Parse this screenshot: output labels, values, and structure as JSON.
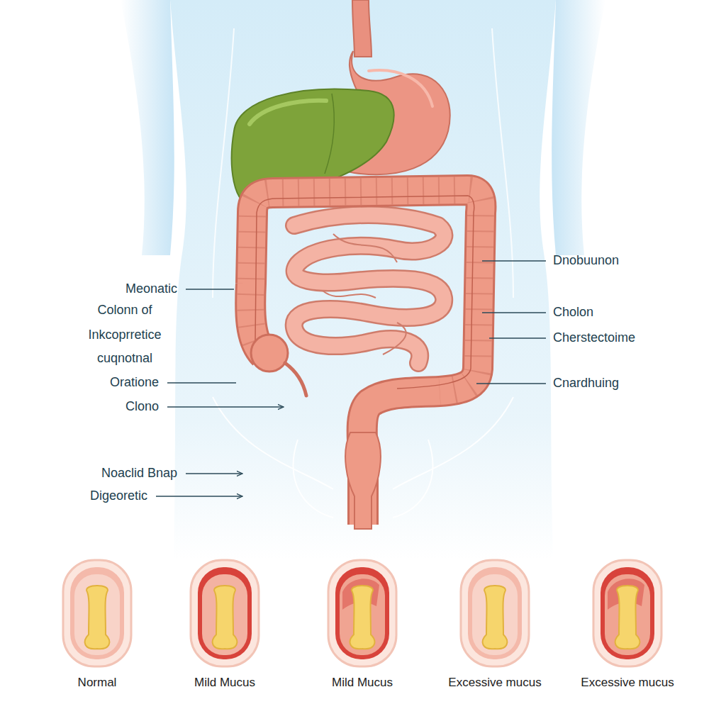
{
  "diagram": {
    "labels": [
      "Meonatic",
      "Colonn of",
      "Inkcoprretice",
      "cuqnotnal",
      "Oratione",
      "Clono",
      "Noaclid Bnap",
      "Digeoretic",
      "Dnobuunon",
      "Cholon",
      "Cherstectoime",
      "Cnardhuing",
      "Normal",
      "Mild Mucus",
      "Mild Mucus",
      "Excessive mucus",
      "Excessive mucus"
    ]
  }
}
